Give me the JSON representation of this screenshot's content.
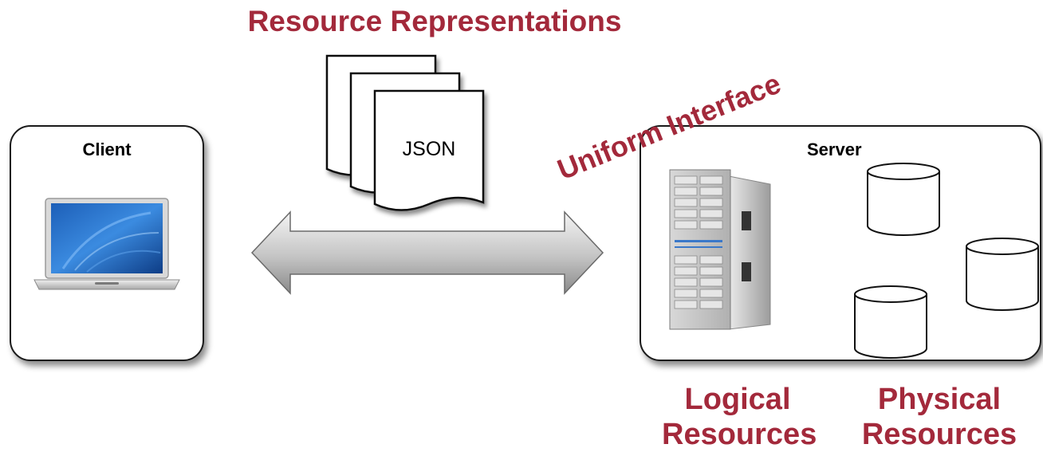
{
  "diagram": {
    "title": "Resource Representations",
    "uniform_label": "Uniform Interface",
    "client": {
      "title": "Client"
    },
    "server": {
      "title": "Server"
    },
    "document_label": "JSON",
    "logical_label": "Logical Resources",
    "physical_label": "Physical Resources"
  },
  "colors": {
    "accent": "#a3293b",
    "arrow_light": "#f2f2f2",
    "arrow_dark": "#8c8c8c",
    "outline": "#1a1a1a"
  },
  "icons": {
    "client": "laptop-icon",
    "server": "server-rack-icon",
    "documents": "document-stack-icon",
    "storage": "database-cylinder-icon",
    "arrow": "double-arrow-icon"
  }
}
